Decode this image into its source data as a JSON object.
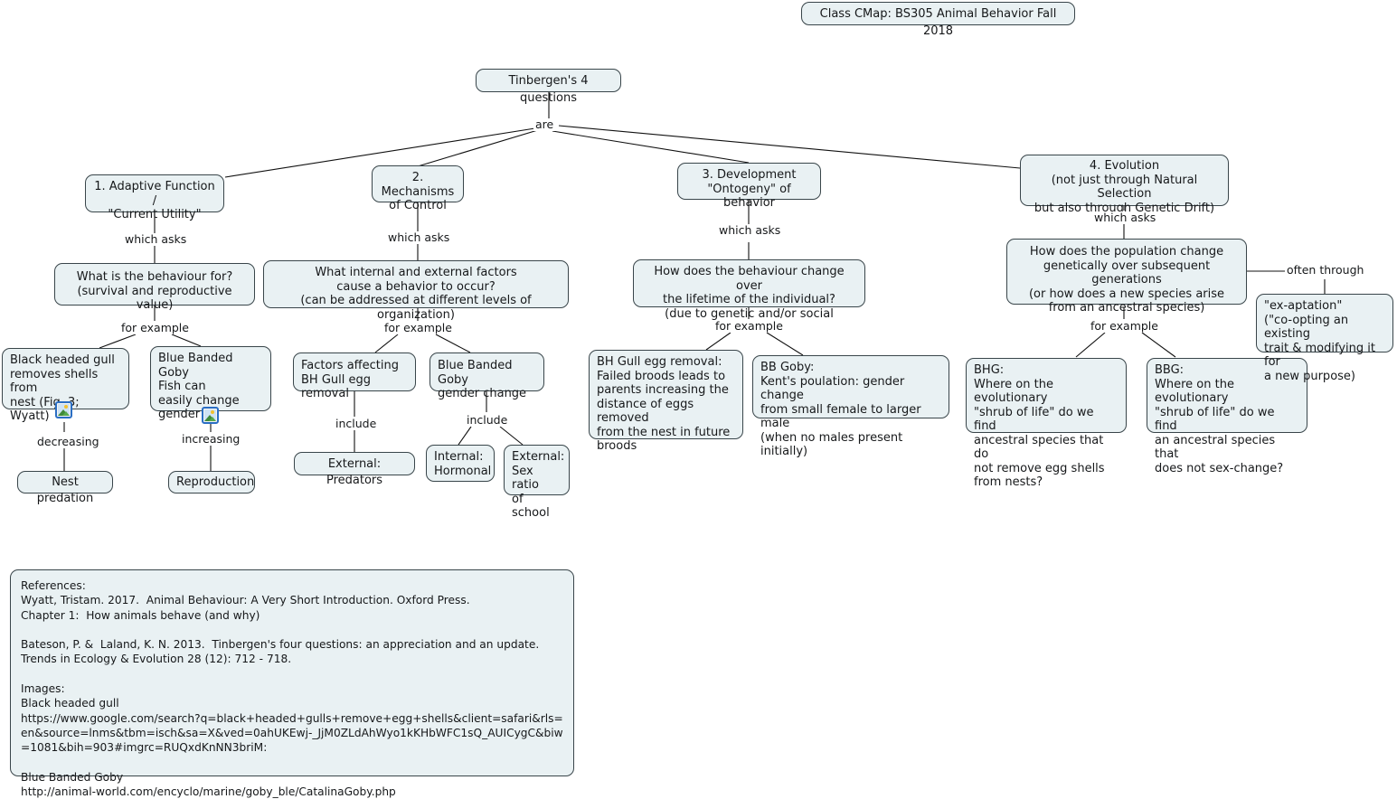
{
  "title_node": {
    "label": "Class CMap:  BS305 Animal Behavior Fall 2018"
  },
  "root": {
    "label": "Tinbergen's 4 questions"
  },
  "link_labels": {
    "are": "are",
    "which_asks_1": "which asks",
    "which_asks_2": "which asks",
    "which_asks_3": "which asks",
    "which_asks_4": "which asks",
    "for_example_1": "for example",
    "for_example_2": "for example",
    "for_example_3": "for example",
    "for_example_4": "for example",
    "decreasing": "decreasing",
    "increasing": "increasing",
    "include_1": "include",
    "include_2": "include",
    "often_through": "often through"
  },
  "branches": {
    "adaptive_function": "1. Adaptive Function /\n\"Current Utility\"",
    "mechanisms": "2. Mechanisms\nof Control",
    "development": "3.  Development\n\"Ontogeny\" of behavior",
    "evolution": "4. Evolution\n(not just through Natural Selection\nbut also through Genetic Drift)"
  },
  "questions": {
    "adaptive": "What is the behaviour for?\n(survival and reproductive value)",
    "mechanisms": "What internal and external factors\ncause a behavior to occur?\n(can be addressed at different levels of organization)",
    "development": "How does the behaviour change over\nthe lifetime of the individual?\n(due to genetic and/or social influences)",
    "evolution": "How does the population change\ngenetically over subsequent generations\n(or how does a new species arise\nfrom an ancestral species)"
  },
  "examples": {
    "gull_shells": "Black headed gull\nremoves shells from\n nest (Fig. 3; Wyatt)",
    "goby_gender": "Blue Banded Goby\nFish can\neasily change\ngender",
    "nest_predation": "Nest predation",
    "reproduction": "Reproduction",
    "factors_gull": "Factors affecting\nBH Gull egg removal",
    "goby_gender_change": "Blue Banded Goby\ngender change",
    "external_predators": "External: Predators",
    "internal_hormonal": "Internal:\nHormonal",
    "external_sex_ratio": "External:\nSex ratio\nof school",
    "bh_gull_removal": "BH Gull egg removal:\nFailed broods leads to\nparents increasing the\ndistance of eggs removed\nfrom the nest in future\nbroods",
    "bb_goby_kent": "BB Goby:\nKent's poulation: gender change\nfrom small female to larger male\n(when no males present initially)",
    "bhg_shrub": "BHG:\nWhere on the evolutionary\n \"shrub of life\" do we find\nancestral species that do\nnot remove egg shells\nfrom nests?",
    "bbg_shrub": "BBG:\nWhere on the evolutionary\n\"shrub of life\" do we find\nan ancestral species that\ndoes not sex-change?",
    "exaptation": "\"ex-aptation\"\n(\"co-opting an existing\ntrait & modifying it for\na new purpose)"
  },
  "references": {
    "text": "References:\nWyatt, Tristam. 2017.  Animal Behaviour: A Very Short Introduction. Oxford Press.\nChapter 1:  How animals behave (and why)\n\nBateson, P. &  Laland, K. N. 2013.  Tinbergen's four questions: an appreciation and an update.\nTrends in Ecology & Evolution 28 (12): 712 - 718.\n\nImages:\nBlack headed gull\nhttps://www.google.com/search?q=black+headed+gulls+remove+egg+shells&client=safari&rls=en&source=lnms&tbm=isch&sa=X&ved=0ahUKEwj-_JjM0ZLdAhWyo1kKHbWFC1sQ_AUICygC&biw=1081&bih=903#imgrc=RUQxdKnNN3briM:\n\nBlue Banded Goby\nhttp://animal-world.com/encyclo/marine/goby_ble/CatalinaGoby.php"
  },
  "colors": {
    "node_fill": "#e9f1f3",
    "node_border": "#39454a",
    "edge": "#111111",
    "icon_border": "#2a6ec4",
    "page_background": "#ffffff"
  },
  "icons": {
    "gull_image": "image-icon",
    "goby_image": "image-icon"
  }
}
